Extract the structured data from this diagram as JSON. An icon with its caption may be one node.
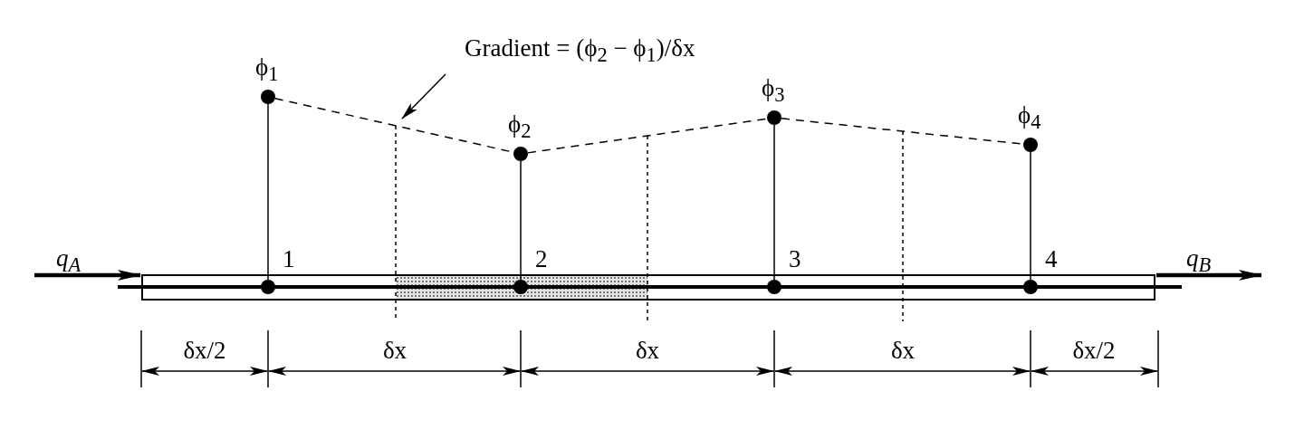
{
  "diagram": {
    "nodes": [
      {
        "text": [
          "Gradient = (ϕ$_{2}$ − ϕ$_{1}$)/δx"
        ]
      },
      {
        "text": [
          "ϕ$_{1}$"
        ]
      },
      {
        "text": [
          "ϕ$_{2}$"
        ]
      },
      {
        "text": [
          "ϕ$_{3}$"
        ]
      },
      {
        "text": [
          "ϕ$_{4}$"
        ]
      },
      {
        "text": [],
        "shape": "bar"
      },
      {
        "text": [],
        "shape": "box",
        "in": 5
      },
      {
        "text": [
          "1"
        ],
        "in": 5
      },
      {
        "text": [
          "2"
        ],
        "in": 6
      },
      {
        "text": [
          "3"
        ],
        "in": 5
      },
      {
        "text": [
          "4"
        ],
        "in": 5
      }
    ],
    "edges": [
      {
        "from": 0,
        "to": null,
        "arrow": "to"
      },
      {
        "from": 1,
        "to": 2,
        "arrow": "none",
        "style": "dashed"
      },
      {
        "from": 2,
        "to": 3,
        "arrow": "none",
        "style": "dashed"
      },
      {
        "from": 3,
        "to": 4,
        "arrow": "none",
        "style": "dashed"
      },
      {
        "from": 1,
        "to": 7,
        "arrow": "none"
      },
      {
        "from": 2,
        "to": 8,
        "arrow": "none"
      },
      {
        "from": 3,
        "to": 9,
        "arrow": "none"
      },
      {
        "from": 4,
        "to": 10,
        "arrow": "none"
      },
      {
        "from": null,
        "to": 5,
        "arrow": "to",
        "style": "thick"
      },
      {
        "from": 5,
        "to": null,
        "arrow": "to",
        "style": "thick"
      }
    ],
    "labels": [
      "q$_{A}$",
      "q$_{B}$",
      "δx/2",
      "δx",
      "δx",
      "δx",
      "δx/2"
    ]
  }
}
